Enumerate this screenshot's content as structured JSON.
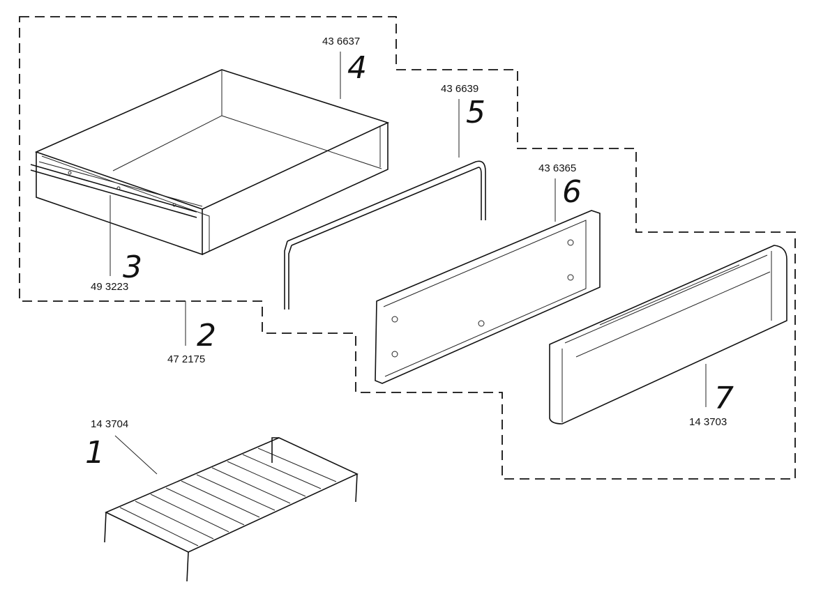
{
  "parts": [
    {
      "callout": "1",
      "part_number": "14 3704"
    },
    {
      "callout": "2",
      "part_number": "47 2175"
    },
    {
      "callout": "3",
      "part_number": "49 3223"
    },
    {
      "callout": "4",
      "part_number": "43 6637"
    },
    {
      "callout": "5",
      "part_number": "43 6639"
    },
    {
      "callout": "6",
      "part_number": "43 6365"
    },
    {
      "callout": "7",
      "part_number": "14 3703"
    }
  ]
}
